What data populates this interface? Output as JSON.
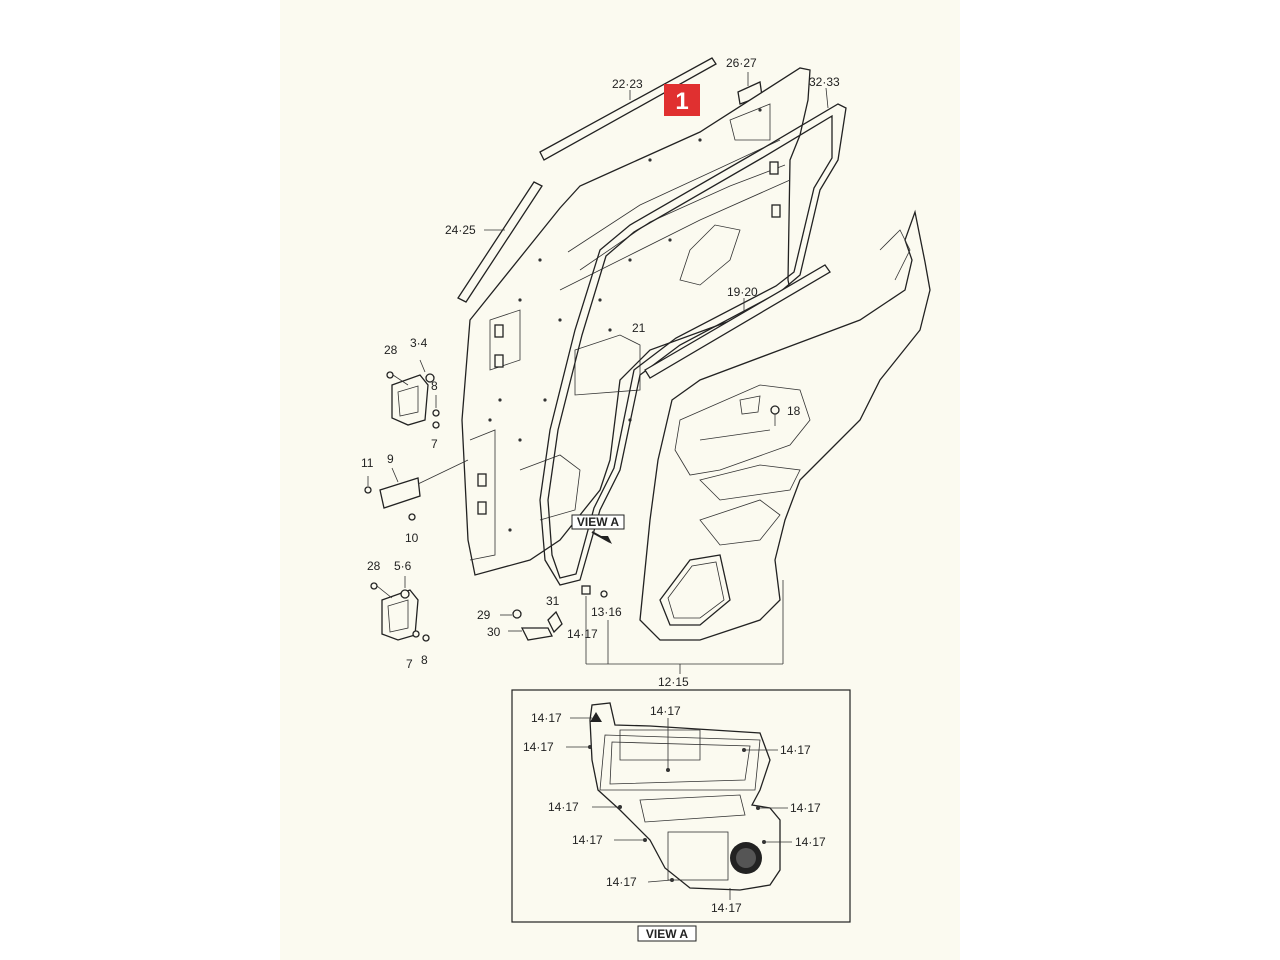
{
  "badge": "1",
  "view_tag": "VIEW A",
  "view_caption": "VIEW A",
  "labels": {
    "l22_23": "22·23",
    "l26_27": "26·27",
    "l32_33": "32·33",
    "l24_25": "24·25",
    "l19_20": "19·20",
    "l21": "21",
    "l28a": "28",
    "l3_4": "3·4",
    "l8a": "8",
    "l7a": "7",
    "l11": "11",
    "l9": "9",
    "l10": "10",
    "l28b": "28",
    "l5_6": "5·6",
    "l7b": "7",
    "l8b": "8",
    "l18": "18",
    "l29": "29",
    "l30": "30",
    "l31": "31",
    "l13_16": "13·16",
    "l14_17": "14·17",
    "l12_15": "12·15"
  },
  "view_a_labels": {
    "v1": "14·17",
    "v2": "14·17",
    "v3": "14·17",
    "v4": "14·17",
    "v5": "14·17",
    "v6": "14·17",
    "v7": "14·17",
    "v8": "14·17",
    "v9": "14·17",
    "v10": "14·17"
  },
  "colors": {
    "badge": "#e03030",
    "line": "#222222",
    "paper": "#fbfaf0"
  }
}
